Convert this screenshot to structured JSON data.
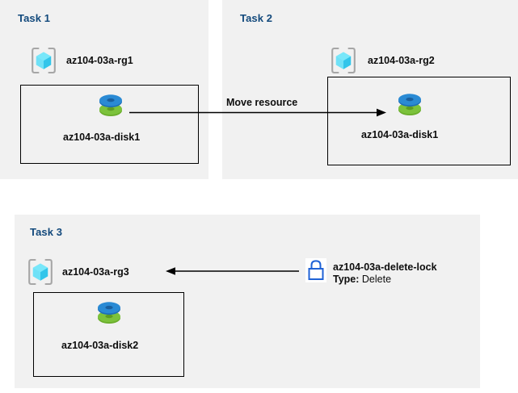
{
  "diagram": {
    "title_color": "#12497c",
    "panel_bg": "#f1f1f1",
    "page_bg": "#ffffff"
  },
  "panels": [
    {
      "id": "task1",
      "title": "Task 1",
      "resource_group": "az104-03a-rg1",
      "disk": "az104-03a-disk1"
    },
    {
      "id": "task2",
      "title": "Task 2",
      "resource_group": "az104-03a-rg2",
      "disk": "az104-03a-disk1"
    },
    {
      "id": "task3",
      "title": "Task 3",
      "resource_group": "az104-03a-rg3",
      "disk": "az104-03a-disk2",
      "lock_name": "az104-03a-delete-lock",
      "lock_type_key": "Type:",
      "lock_type_value": "Delete"
    }
  ],
  "connectors": {
    "move_resource_label": "Move resource"
  },
  "icons": {
    "resource_group": "resource-group-icon",
    "disk": "disk-icon",
    "lock": "lock-icon"
  }
}
